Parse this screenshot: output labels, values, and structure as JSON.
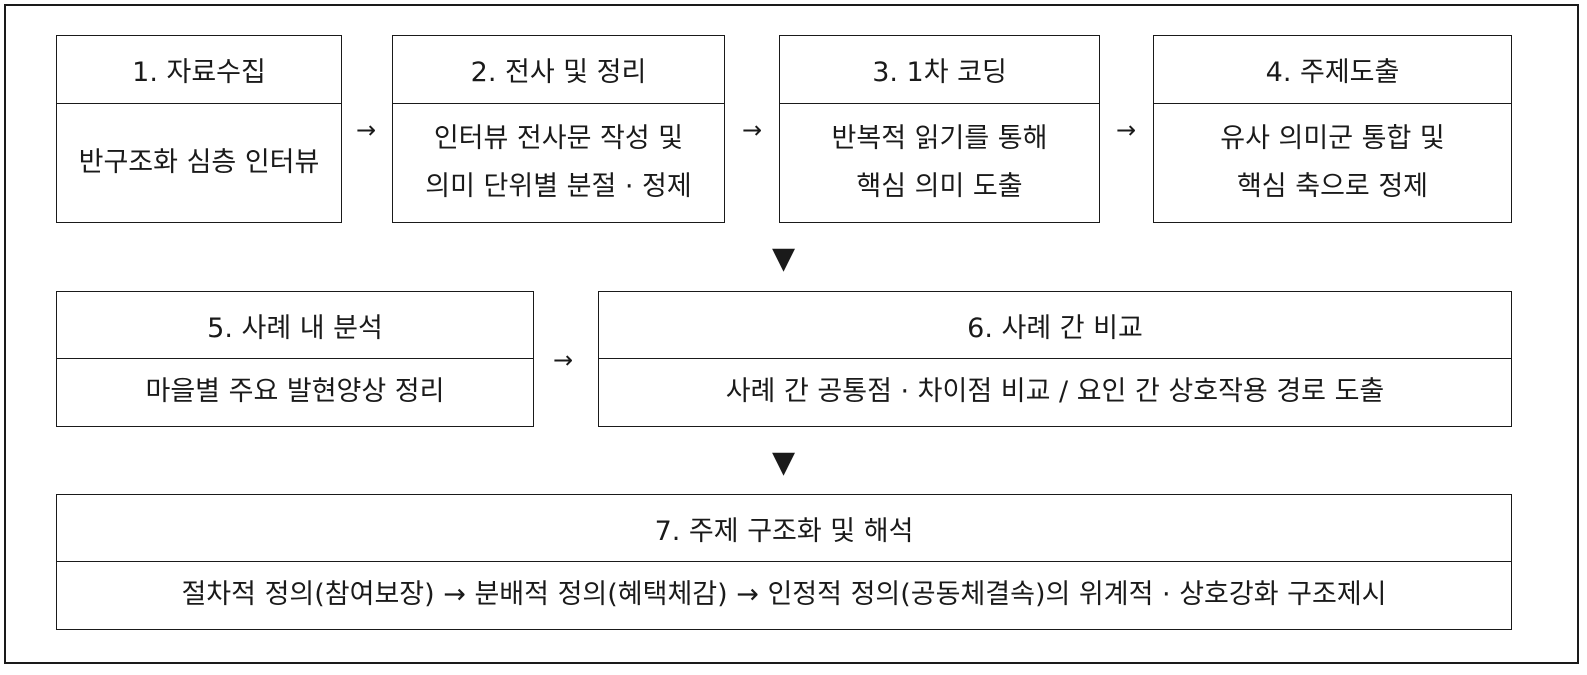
{
  "steps": [
    {
      "title": "1. 자료수집",
      "lines": [
        "반구조화 심층 인터뷰"
      ]
    },
    {
      "title": "2. 전사 및 정리",
      "lines": [
        "인터뷰 전사문 작성 및",
        "의미 단위별 분절 · 정제"
      ]
    },
    {
      "title": "3. 1차 코딩",
      "lines": [
        "반복적 읽기를 통해",
        "핵심 의미 도출"
      ]
    },
    {
      "title": "4. 주제도출",
      "lines": [
        "유사 의미군 통합 및",
        "핵심 축으로 정제"
      ]
    },
    {
      "title": "5. 사례 내 분석",
      "lines": [
        "마을별 주요 발현양상 정리"
      ]
    },
    {
      "title": "6. 사례 간 비교",
      "lines": [
        "사례 간 공통점 · 차이점 비교 / 요인 간 상호작용 경로 도출"
      ]
    },
    {
      "title": "7. 주제 구조화 및 해석",
      "lines": [
        "절차적 정의(참여보장) → 분배적 정의(혜택체감) → 인정적 정의(공동체결속)의 위계적 · 상호강화 구조제시"
      ]
    }
  ],
  "symbols": {
    "right_arrow": "→",
    "down_arrow": "▼"
  }
}
